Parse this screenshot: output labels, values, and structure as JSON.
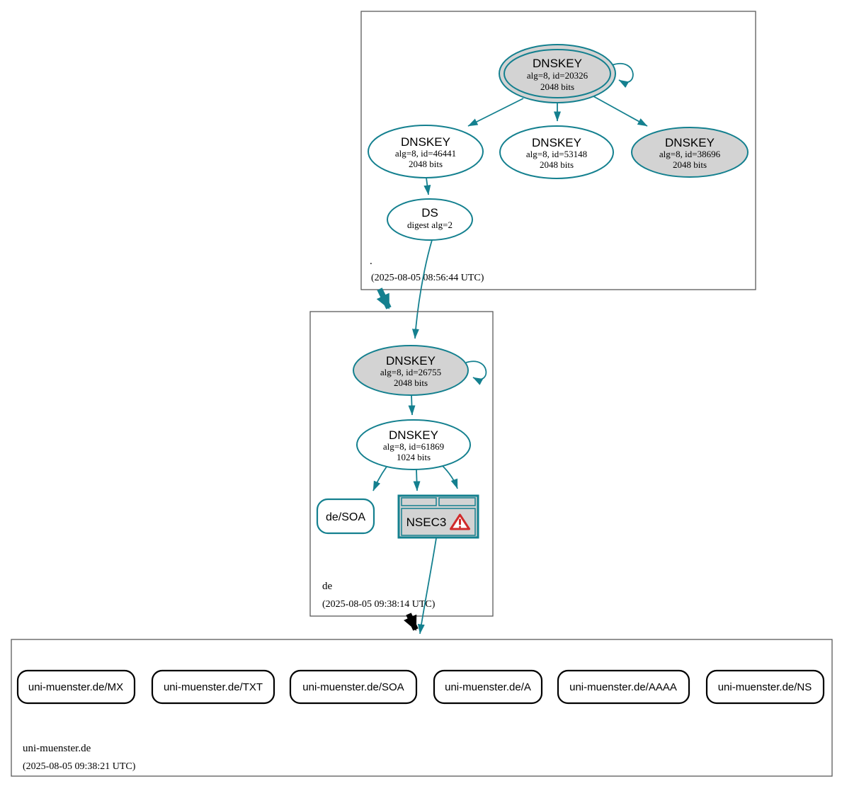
{
  "colors": {
    "secure_teal": "#14808f",
    "node_gray_fill": "#d3d3d3",
    "cluster_border": "#5a5a5a",
    "warning_red": "#d02b2b",
    "black": "#000000",
    "white": "#ffffff"
  },
  "root_zone": {
    "label": ".",
    "timestamp": "(2025-08-05 08:56:44 UTC)",
    "ksk": {
      "type": "DNSKEY",
      "detail": "alg=8, id=20326",
      "size": "2048 bits"
    },
    "zsk_46441": {
      "type": "DNSKEY",
      "detail": "alg=8, id=46441",
      "size": "2048 bits"
    },
    "zsk_53148": {
      "type": "DNSKEY",
      "detail": "alg=8, id=53148",
      "size": "2048 bits"
    },
    "ksk_38696": {
      "type": "DNSKEY",
      "detail": "alg=8, id=38696",
      "size": "2048 bits"
    },
    "ds": {
      "type": "DS",
      "detail": "digest alg=2"
    }
  },
  "de_zone": {
    "label": "de",
    "timestamp": "(2025-08-05 09:38:14 UTC)",
    "ksk": {
      "type": "DNSKEY",
      "detail": "alg=8, id=26755",
      "size": "2048 bits"
    },
    "zsk": {
      "type": "DNSKEY",
      "detail": "alg=8, id=61869",
      "size": "1024 bits"
    },
    "soa": {
      "label": "de/SOA"
    },
    "nsec3": {
      "label": "NSEC3"
    }
  },
  "uni_zone": {
    "label": "uni-muenster.de",
    "timestamp": "(2025-08-05 09:38:21 UTC)",
    "rrsets": [
      {
        "label": "uni-muenster.de/MX"
      },
      {
        "label": "uni-muenster.de/TXT"
      },
      {
        "label": "uni-muenster.de/SOA"
      },
      {
        "label": "uni-muenster.de/A"
      },
      {
        "label": "uni-muenster.de/AAAA"
      },
      {
        "label": "uni-muenster.de/NS"
      }
    ]
  }
}
